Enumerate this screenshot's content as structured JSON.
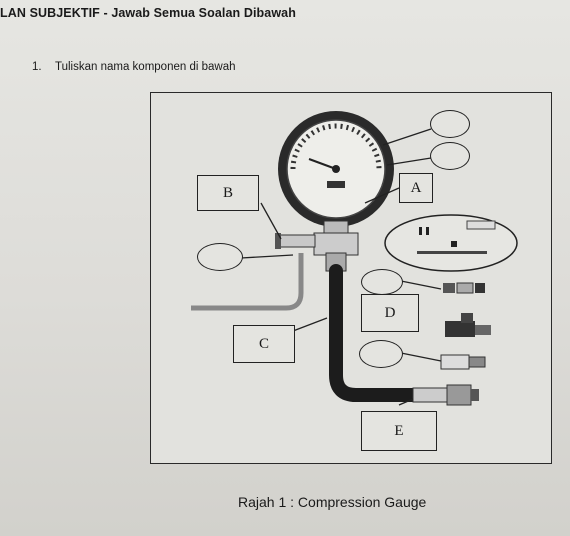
{
  "header": {
    "title": "LAN SUBJEKTIF - Jawab Semua Soalan Dibawah"
  },
  "question": {
    "number": "1.",
    "text": "Tuliskan nama komponen di bawah"
  },
  "figure": {
    "labels": {
      "a": "A",
      "b": "B",
      "c": "C",
      "d": "D",
      "e": "E"
    },
    "caption": "Rajah 1 : Compression Gauge"
  }
}
